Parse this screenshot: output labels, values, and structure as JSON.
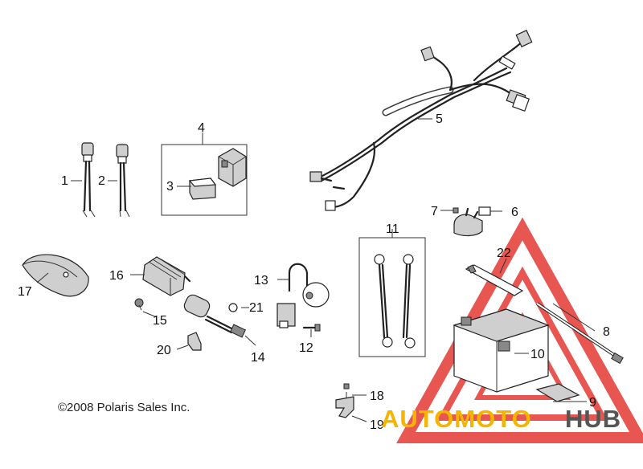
{
  "copyright": "©2008 Polaris Sales Inc.",
  "watermark": {
    "part1": "AUTOMOTO",
    "part2": "HUB",
    "colors": {
      "triangle": "#e53935",
      "text_primary": "#f4b400",
      "text_secondary": "#555555"
    }
  },
  "callouts": {
    "c1": "1",
    "c2": "2",
    "c3": "3",
    "c4": "4",
    "c5": "5",
    "c6": "6",
    "c7": "7",
    "c8": "8",
    "c9": "9",
    "c10": "10",
    "c11": "11",
    "c12": "12",
    "c13": "13",
    "c14": "14",
    "c15": "15",
    "c16": "16",
    "c17": "17",
    "c18": "18",
    "c19": "19",
    "c20": "20",
    "c21": "21",
    "c22": "22"
  }
}
